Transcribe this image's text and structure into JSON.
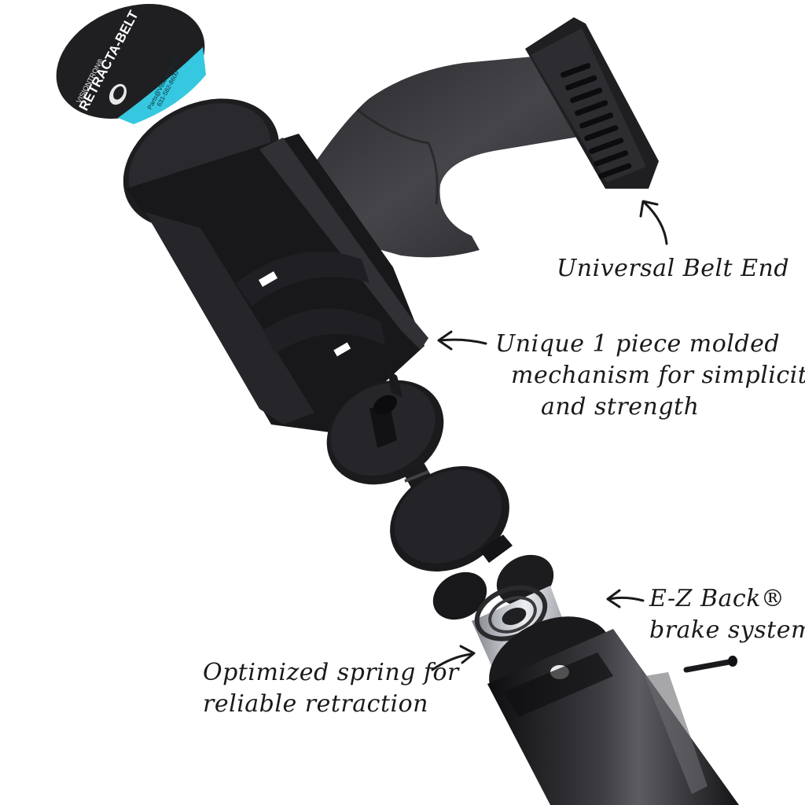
{
  "colors": {
    "background": "#ffffff",
    "part_dark": "#1c1c1e",
    "part_mid": "#2e2e31",
    "part_edge": "#4a4a4f",
    "belt": "#3a3a3d",
    "label_cyan": "#35c8e0",
    "spring_silver": "#c9ccd1",
    "ink": "#1a1a1a"
  },
  "cap_label": {
    "brand_small": "VISIONTRON®",
    "brand_name": "RETRACTA-BELT",
    "contact_line1": "Parts@Visiontron.com",
    "contact_line2": "631-582-8600"
  },
  "callouts": {
    "belt_end": "Universal Belt End",
    "mechanism": [
      "Unique 1 piece molded",
      "mechanism for simplicity",
      "and strength"
    ],
    "brake": [
      "E-Z Back®",
      "brake system"
    ],
    "spring": [
      "Optimized spring for",
      "reliable retraction"
    ]
  },
  "icons": {
    "arrow": "hand-drawn-arrow-icon"
  }
}
